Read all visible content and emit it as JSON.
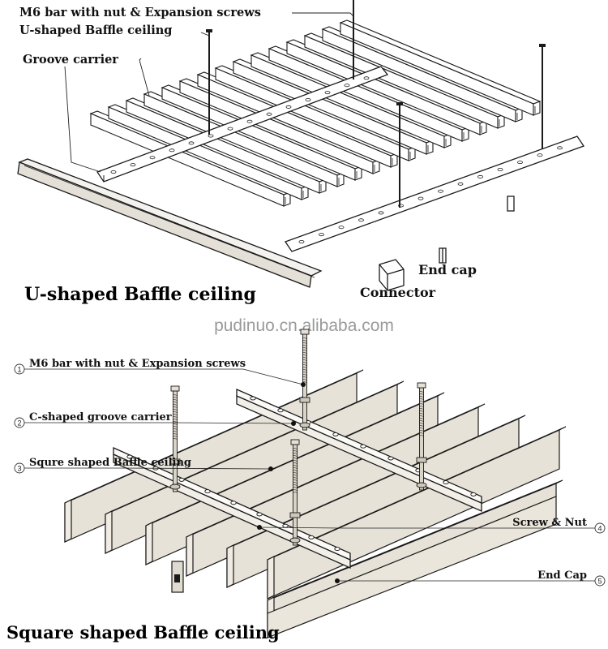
{
  "top_diagram": {
    "title": "U-shaped Baffle ceiling",
    "labels": {
      "m6_bar": "M6 bar with nut & Expansion screws",
      "u_baffle": "U-shaped Baffle ceiling",
      "groove_carrier": "Groove carrier",
      "end_cap": "End cap",
      "connector": "Connector"
    }
  },
  "watermark": "pudinuo.cn.alibaba.com",
  "bottom_diagram": {
    "title": "Square shaped Baffle ceiling",
    "callouts": [
      {
        "number": "1",
        "label": "M6 bar with  nut & Expansion screws"
      },
      {
        "number": "2",
        "label": "C-shaped groove carrier"
      },
      {
        "number": "3",
        "label": "Squre shaped Baffle ceiling"
      },
      {
        "number": "4",
        "label": "Screw & Nut"
      },
      {
        "number": "5",
        "label": "End Cap"
      }
    ]
  },
  "colors": {
    "line": "#1a1a1a",
    "baffle_face": "#e7e2d8",
    "baffle_top": "#f6f3ec",
    "watermark": "#9a9a9a"
  }
}
